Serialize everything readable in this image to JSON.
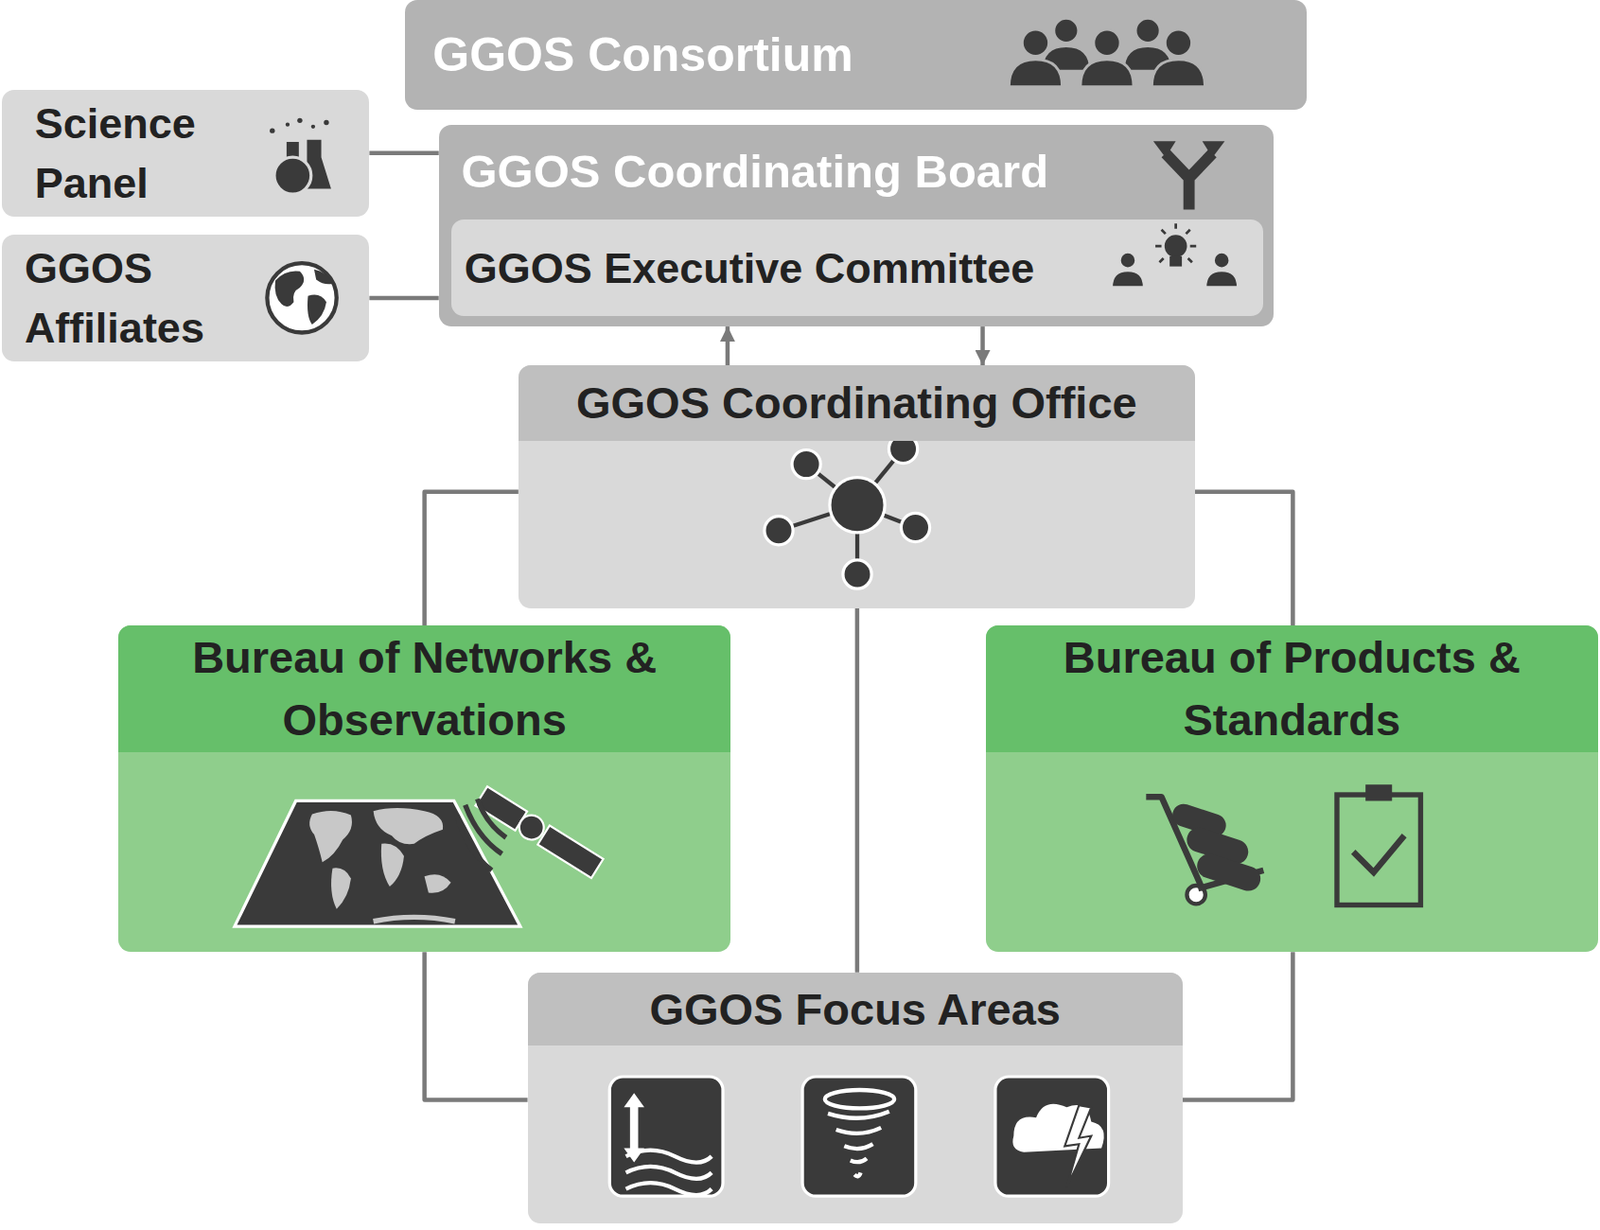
{
  "diagram": {
    "nodes": [
      {
        "text": [
          "GGOS Consortium"
        ]
      },
      {
        "text": [
          "Science Panel"
        ]
      },
      {
        "text": [
          "GGOS Affiliates"
        ]
      },
      {
        "text": [
          "GGOS Coordinating Board"
        ]
      },
      {
        "text": [
          "GGOS Executive Committee"
        ],
        "in": 3
      },
      {
        "text": [
          "GGOS Coordinating Office"
        ]
      },
      {
        "text": [
          "Bureau of Networks & Observations"
        ]
      },
      {
        "text": [
          "Bureau of Products & Standards"
        ]
      },
      {
        "text": [
          "GGOS Focus Areas"
        ]
      }
    ],
    "edges": [
      {
        "from": 1,
        "to": 3,
        "arrow": "none"
      },
      {
        "from": 2,
        "to": 3,
        "arrow": "none"
      },
      {
        "from": 5,
        "to": 3,
        "arrow": "to"
      },
      {
        "from": 3,
        "to": 5,
        "arrow": "to"
      },
      {
        "from": 5,
        "to": 6,
        "arrow": "none"
      },
      {
        "from": 5,
        "to": 7,
        "arrow": "none"
      },
      {
        "from": 5,
        "to": 8,
        "arrow": "none"
      },
      {
        "from": 6,
        "to": 8,
        "arrow": "none"
      },
      {
        "from": 7,
        "to": 8,
        "arrow": "none"
      }
    ]
  }
}
